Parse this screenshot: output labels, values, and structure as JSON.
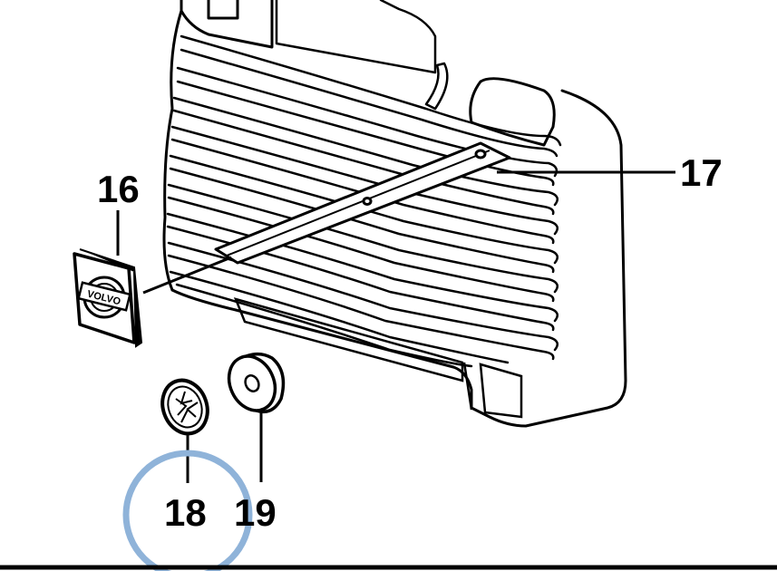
{
  "diagram": {
    "callouts": [
      {
        "id": "16",
        "label": "16"
      },
      {
        "id": "17",
        "label": "17"
      },
      {
        "id": "18",
        "label": "18"
      },
      {
        "id": "19",
        "label": "19"
      }
    ],
    "emblem_text": "VOLVO"
  },
  "colors": {
    "line": "#000000",
    "background": "#ffffff",
    "highlight_circle": "#8fb3d9"
  }
}
